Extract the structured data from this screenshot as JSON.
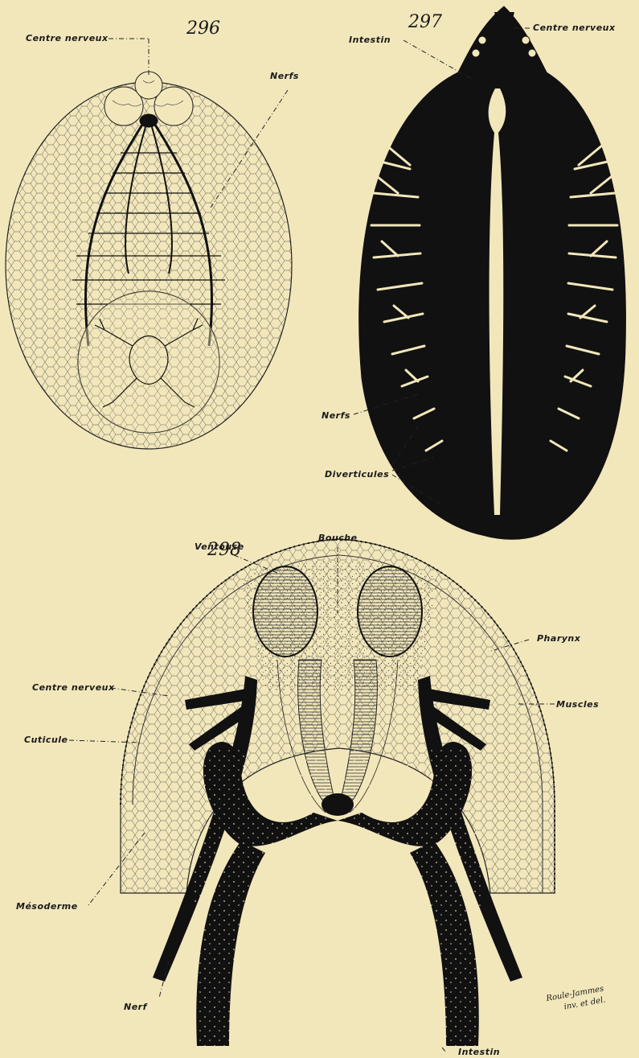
{
  "figures": {
    "fig296": {
      "number": "296",
      "labels": {
        "centre_nerveux": "Centre nerveux",
        "nerfs": "Nerfs"
      }
    },
    "fig297": {
      "number": "297",
      "labels": {
        "intestin": "Intestin",
        "centre_nerveux": "Centre nerveux",
        "nerfs": "Nerfs",
        "diverticules": "Diverticules"
      }
    },
    "fig298": {
      "number": "298",
      "labels": {
        "ventouse": "Ventouse",
        "bouche": "Bouche",
        "pharynx": "Pharynx",
        "centre_nerveux": "Centre nerveux",
        "muscles": "Muscles",
        "cuticule": "Cuticule",
        "mesoderme": "Mésoderme",
        "nerf": "Nerf",
        "intestin": "Intestin"
      }
    }
  },
  "signature": {
    "line1": "Roule-Jammes",
    "line2": "inv. et del."
  },
  "colors": {
    "paper": "#f2e7bb",
    "ink": "#1a1a1a"
  }
}
